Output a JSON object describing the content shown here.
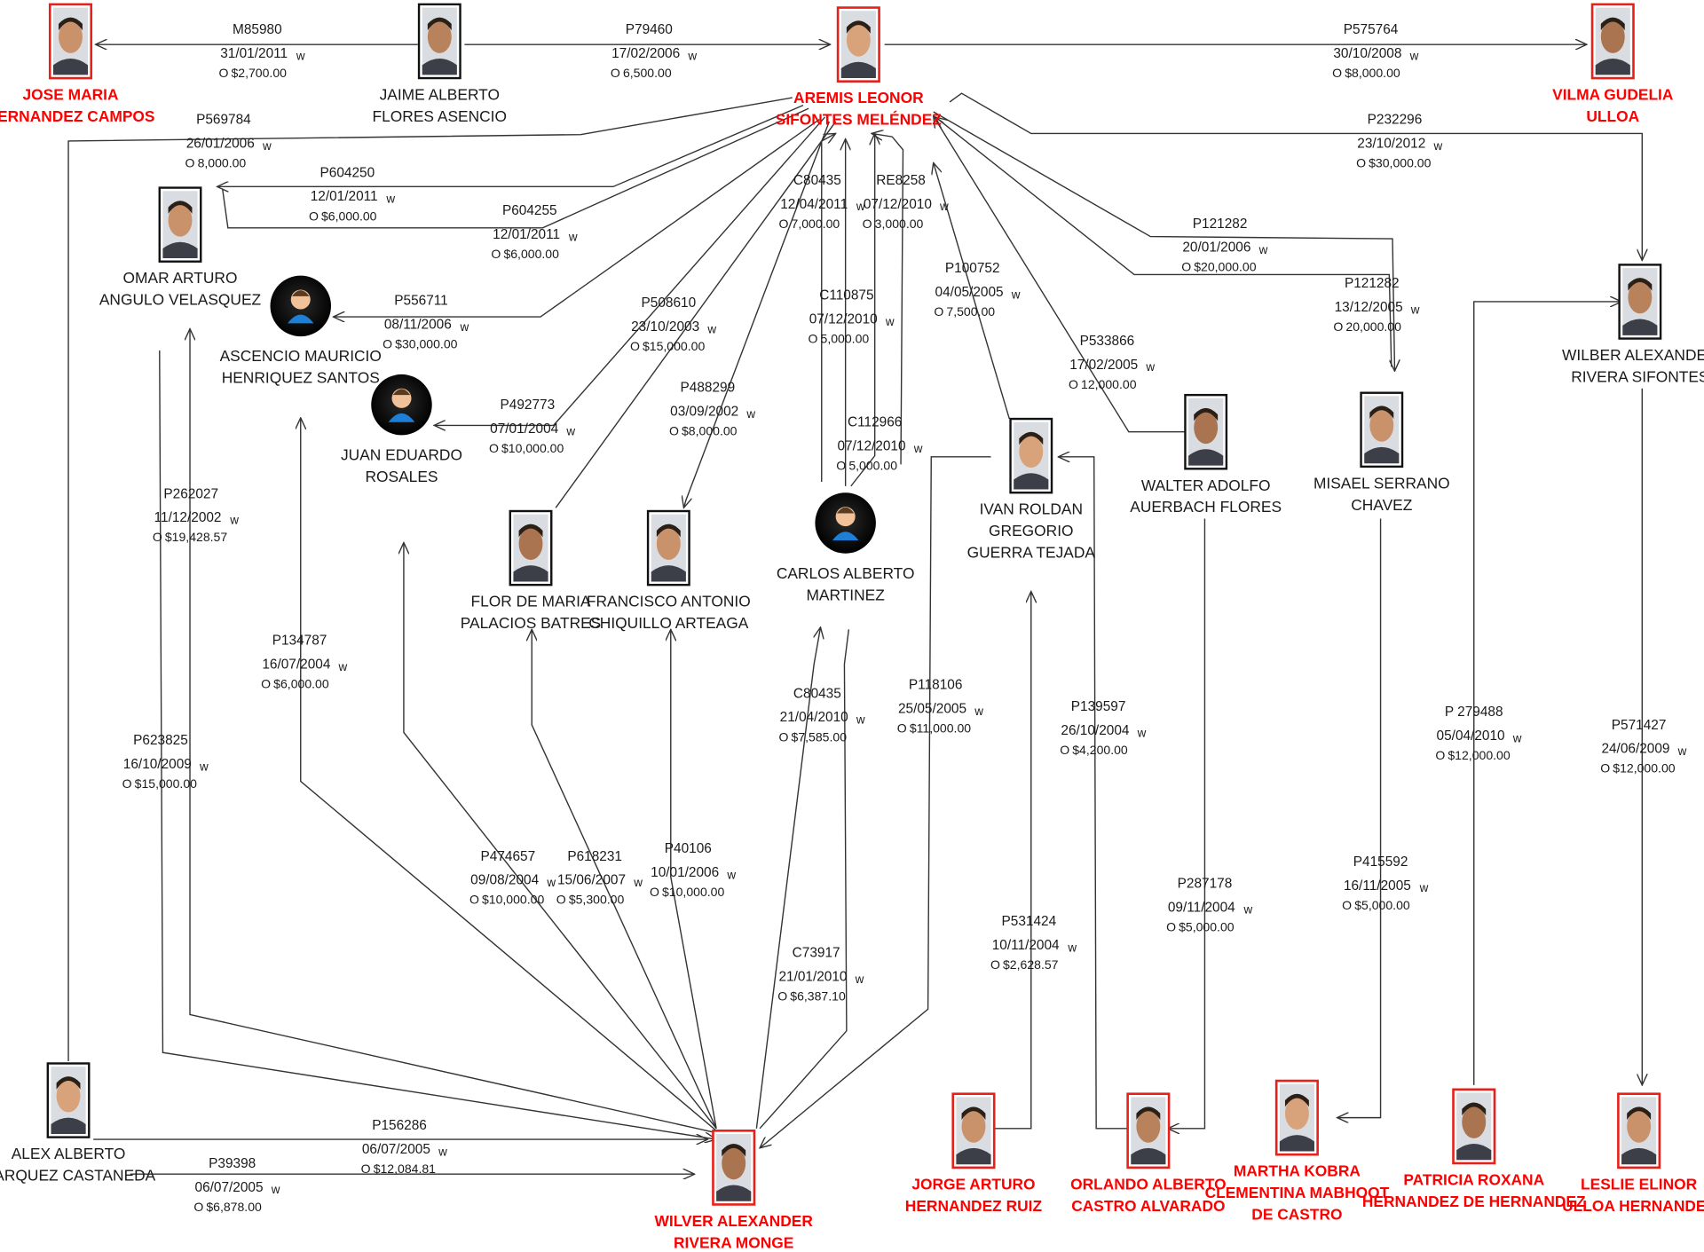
{
  "people": [
    {
      "id": "jmhc",
      "name": [
        "JOSE MARIA",
        "HERNANDEZ CAMPOS"
      ],
      "highlight": true,
      "icon": "person-photo-icon"
    },
    {
      "id": "jafa",
      "name": [
        "JAIME ALBERTO",
        "FLORES ASENCIO"
      ],
      "highlight": false,
      "icon": "person-photo-icon"
    },
    {
      "id": "alsm",
      "name": [
        "AREMIS LEONOR",
        "SIFONTES MELÉNDEZ"
      ],
      "highlight": true,
      "icon": "person-photo-icon"
    },
    {
      "id": "vgu",
      "name": [
        "VILMA GUDELIA",
        "ULLOA"
      ],
      "highlight": true,
      "icon": "person-photo-icon"
    },
    {
      "id": "oaav",
      "name": [
        "OMAR ARTURO",
        "ANGULO VELASQUEZ"
      ],
      "highlight": false,
      "icon": "person-photo-icon"
    },
    {
      "id": "amhs",
      "name": [
        "ASCENCIO MAURICIO",
        "HENRIQUEZ SANTOS"
      ],
      "highlight": false,
      "icon": "unknown-person-avatar-icon"
    },
    {
      "id": "jer",
      "name": [
        "JUAN EDUARDO",
        "ROSALES"
      ],
      "highlight": false,
      "icon": "unknown-person-avatar-icon"
    },
    {
      "id": "fmpb",
      "name": [
        "FLOR DE MARIA",
        "PALACIOS BATRES"
      ],
      "highlight": false,
      "icon": "person-photo-icon"
    },
    {
      "id": "facca",
      "name": [
        "FRANCISCO ANTONIO",
        "CHIQUILLO ARTEAGA"
      ],
      "highlight": false,
      "icon": "person-photo-icon"
    },
    {
      "id": "cam",
      "name": [
        "CARLOS ALBERTO",
        "MARTINEZ"
      ],
      "highlight": false,
      "icon": "unknown-person-avatar-icon"
    },
    {
      "id": "irggt",
      "name": [
        "IVAN ROLDAN",
        "GREGORIO",
        "GUERRA TEJADA"
      ],
      "highlight": false,
      "icon": "person-photo-icon"
    },
    {
      "id": "waaf",
      "name": [
        "WALTER ADOLFO",
        "AUERBACH FLORES"
      ],
      "highlight": false,
      "icon": "person-photo-icon"
    },
    {
      "id": "msc",
      "name": [
        "MISAEL SERRANO",
        "CHAVEZ"
      ],
      "highlight": false,
      "icon": "person-photo-icon"
    },
    {
      "id": "wars",
      "name": [
        "WILBER ALEXANDER",
        "RIVERA SIFONTES"
      ],
      "highlight": false,
      "icon": "person-photo-icon"
    },
    {
      "id": "aamc",
      "name": [
        "ALEX  ALBERTO",
        "MARQUEZ CASTANEDA"
      ],
      "highlight": false,
      "icon": "person-photo-icon"
    },
    {
      "id": "warm",
      "name": [
        "WILVER ALEXANDER",
        "RIVERA MONGE"
      ],
      "highlight": true,
      "icon": "person-photo-icon"
    },
    {
      "id": "jahr",
      "name": [
        "JORGE ARTURO",
        "HERNANDEZ RUIZ"
      ],
      "highlight": true,
      "icon": "person-photo-icon"
    },
    {
      "id": "oaca",
      "name": [
        "ORLANDO ALBERTO",
        "CASTRO ALVARADO"
      ],
      "highlight": true,
      "icon": "person-photo-icon"
    },
    {
      "id": "mkcmc",
      "name": [
        "MARTHA KOBRA",
        "CLEMENTINA MABHOOT",
        "DE CASTRO"
      ],
      "highlight": true,
      "icon": "person-photo-icon"
    },
    {
      "id": "prhh",
      "name": [
        "PATRICIA ROXANA",
        "HERNANDEZ DE HERNANDEZ"
      ],
      "highlight": true,
      "icon": "person-photo-icon"
    },
    {
      "id": "leuh",
      "name": [
        "LESLIE ELINOR",
        "ULLOA HERNANDEZ"
      ],
      "highlight": true,
      "icon": "person-photo-icon"
    }
  ],
  "links": [
    {
      "ref": "M85980",
      "date": "31/01/2011",
      "amount": "$2,700.00"
    },
    {
      "ref": "P79460",
      "date": "17/02/2006",
      "amount": "6,500.00"
    },
    {
      "ref": "P575764",
      "date": "30/10/2008",
      "amount": "$8,000.00"
    },
    {
      "ref": "P569784",
      "date": "26/01/2006",
      "amount": "8,000.00"
    },
    {
      "ref": "P604250",
      "date": "12/01/2011",
      "amount": "$6,000.00"
    },
    {
      "ref": "P604255",
      "date": "12/01/2011",
      "amount": "$6,000.00"
    },
    {
      "ref": "P556711",
      "date": "08/11/2006",
      "amount": "$30,000.00"
    },
    {
      "ref": "P492773",
      "date": "07/01/2004",
      "amount": "$10,000.00"
    },
    {
      "ref": "P508610",
      "date": "23/10/2003",
      "amount": "$15,000.00"
    },
    {
      "ref": "P488299",
      "date": "03/09/2002",
      "amount": "$8,000.00"
    },
    {
      "ref": "C80435",
      "date": "12/04/2011",
      "amount": "7,000.00"
    },
    {
      "ref": "RE8258",
      "date": "07/12/2010",
      "amount": "3,000.00"
    },
    {
      "ref": "C110875",
      "date": "07/12/2010",
      "amount": "5,000.00"
    },
    {
      "ref": "C112966",
      "date": "07/12/2010",
      "amount": "5,000.00"
    },
    {
      "ref": "P100752",
      "date": "04/05/2005",
      "amount": "7,500.00"
    },
    {
      "ref": "P533866",
      "date": "17/02/2005",
      "amount": "12,000.00"
    },
    {
      "ref": "P121282",
      "date": "20/01/2006",
      "amount": "$20,000.00"
    },
    {
      "ref": "P121282",
      "date": "13/12/2005",
      "amount": "20,000.00"
    },
    {
      "ref": "P232296",
      "date": "23/10/2012",
      "amount": "$30,000.00"
    },
    {
      "ref": "P262027",
      "date": "11/12/2002",
      "amount": "$19,428.57"
    },
    {
      "ref": "P134787",
      "date": "16/07/2004",
      "amount": "$6,000.00"
    },
    {
      "ref": "P623825",
      "date": "16/10/2009",
      "amount": "$15,000.00"
    },
    {
      "ref": "C80435",
      "date": "21/04/2010",
      "amount": "$7,585.00"
    },
    {
      "ref": "P118106",
      "date": "25/05/2005",
      "amount": "$11,000.00"
    },
    {
      "ref": "P139597",
      "date": "26/10/2004",
      "amount": "$4,200.00"
    },
    {
      "ref": "P474657",
      "date": "09/08/2004",
      "amount": "$10,000.00"
    },
    {
      "ref": "P618231",
      "date": "15/06/2007",
      "amount": "$5,300.00"
    },
    {
      "ref": "P40106",
      "date": "10/01/2006",
      "amount": "$10,000.00"
    },
    {
      "ref": "C73917",
      "date": "21/01/2010",
      "amount": "$6,387.10"
    },
    {
      "ref": "P531424",
      "date": "10/11/2004",
      "amount": "$2,628.57"
    },
    {
      "ref": "P287178",
      "date": "09/11/2004",
      "amount": "$5,000.00"
    },
    {
      "ref": "P415592",
      "date": "16/11/2005",
      "amount": "$5,000.00"
    },
    {
      "ref": "P 279488",
      "date": "05/04/2010",
      "amount": "$12,000.00"
    },
    {
      "ref": "P571427",
      "date": "24/06/2009",
      "amount": "$12,000.00"
    },
    {
      "ref": "P156286",
      "date": "06/07/2005",
      "amount": "$12,084.81"
    },
    {
      "ref": "P39398",
      "date": "06/07/2005",
      "amount": "$6,878.00"
    }
  ],
  "date_suffix": "w",
  "amount_marker": "O",
  "colors": {
    "highlight": "#ff0000",
    "text": "#1a1a1a",
    "line": "#333333",
    "frame_red": "#e8201a",
    "frame_black": "#111111",
    "avatar_blue": "#1e7fd6"
  }
}
